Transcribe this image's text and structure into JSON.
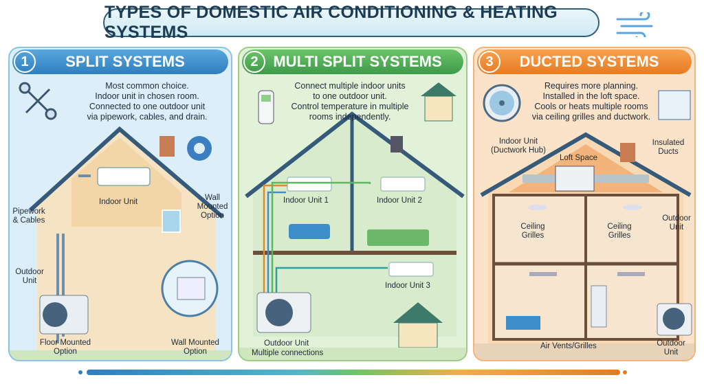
{
  "title": "TYPES OF DOMESTIC AIR CONDITIONING & HEATING SYSTEMS",
  "panels": [
    {
      "number": "1",
      "heading": "SPLIT SYSTEMS",
      "description": [
        "Most common choice.",
        "Indoor unit in chosen room.",
        "Connected to one outdoor unit",
        "via pipework, cables, and drain."
      ],
      "labels": {
        "indoor": "Indoor Unit",
        "pipework": "Pipework & Cables",
        "wall_mounted_option": "Wall Mounted Option",
        "outdoor": "Outdoor Unit",
        "floor_mounted": "Floor Mounted",
        "floor_option": "Option",
        "wall_mounted": "Wall Mounted",
        "wall_option": "Option"
      }
    },
    {
      "number": "2",
      "heading": "MULTI SPLIT SYSTEMS",
      "description": [
        "Connect multiple indoor units",
        "to one outdoor unit.",
        "Control temperature in multiple",
        "rooms independently."
      ],
      "labels": {
        "indoor1": "Indoor Unit 1",
        "indoor2": "Indoor Unit 2",
        "indoor3": "Indoor Unit 3",
        "outdoor": "Outdoor Unit",
        "outdoor_sub": "Multiple connections"
      }
    },
    {
      "number": "3",
      "heading": "DUCTED SYSTEMS",
      "description": [
        "Requires more planning.",
        "Installed in the loft space.",
        "Cools or heats multiple rooms",
        "via ceiling grilles and ductwork."
      ],
      "labels": {
        "indoor": "Indoor Unit",
        "indoor_sub": "(Ductwork Hub)",
        "loft": "Loft Space",
        "insulated": "Insulated Ducts",
        "grilles_left": "Ceiling Grilles",
        "grilles_right": "Ceiling Grilles",
        "outdoor_right": "Outdoor Unit",
        "vents": "Air Vents/Grilles",
        "outdoor_bottom": "Outdoor Unit"
      }
    }
  ],
  "colors": {
    "blue": "#2f7fc0",
    "green": "#3d9a48",
    "orange": "#e77b22"
  }
}
